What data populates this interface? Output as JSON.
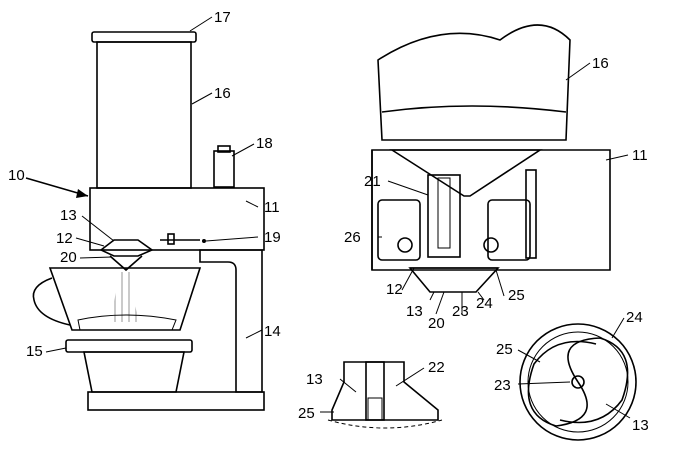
{
  "labels": {
    "n10": "10",
    "n11": "11",
    "n11b": "11",
    "n12": "12",
    "n12b": "12",
    "n13": "13",
    "n13b": "13",
    "n13c": "13",
    "n13d": "13",
    "n14": "14",
    "n15": "15",
    "n16": "16",
    "n16b": "16",
    "n17": "17",
    "n18": "18",
    "n19": "19",
    "n20": "20",
    "n20b": "20",
    "n21": "21",
    "n22": "22",
    "n23": "23",
    "n23b": "23",
    "n24": "24",
    "n24b": "24",
    "n25": "25",
    "n25b": "25",
    "n25c": "25",
    "n26": "26"
  }
}
